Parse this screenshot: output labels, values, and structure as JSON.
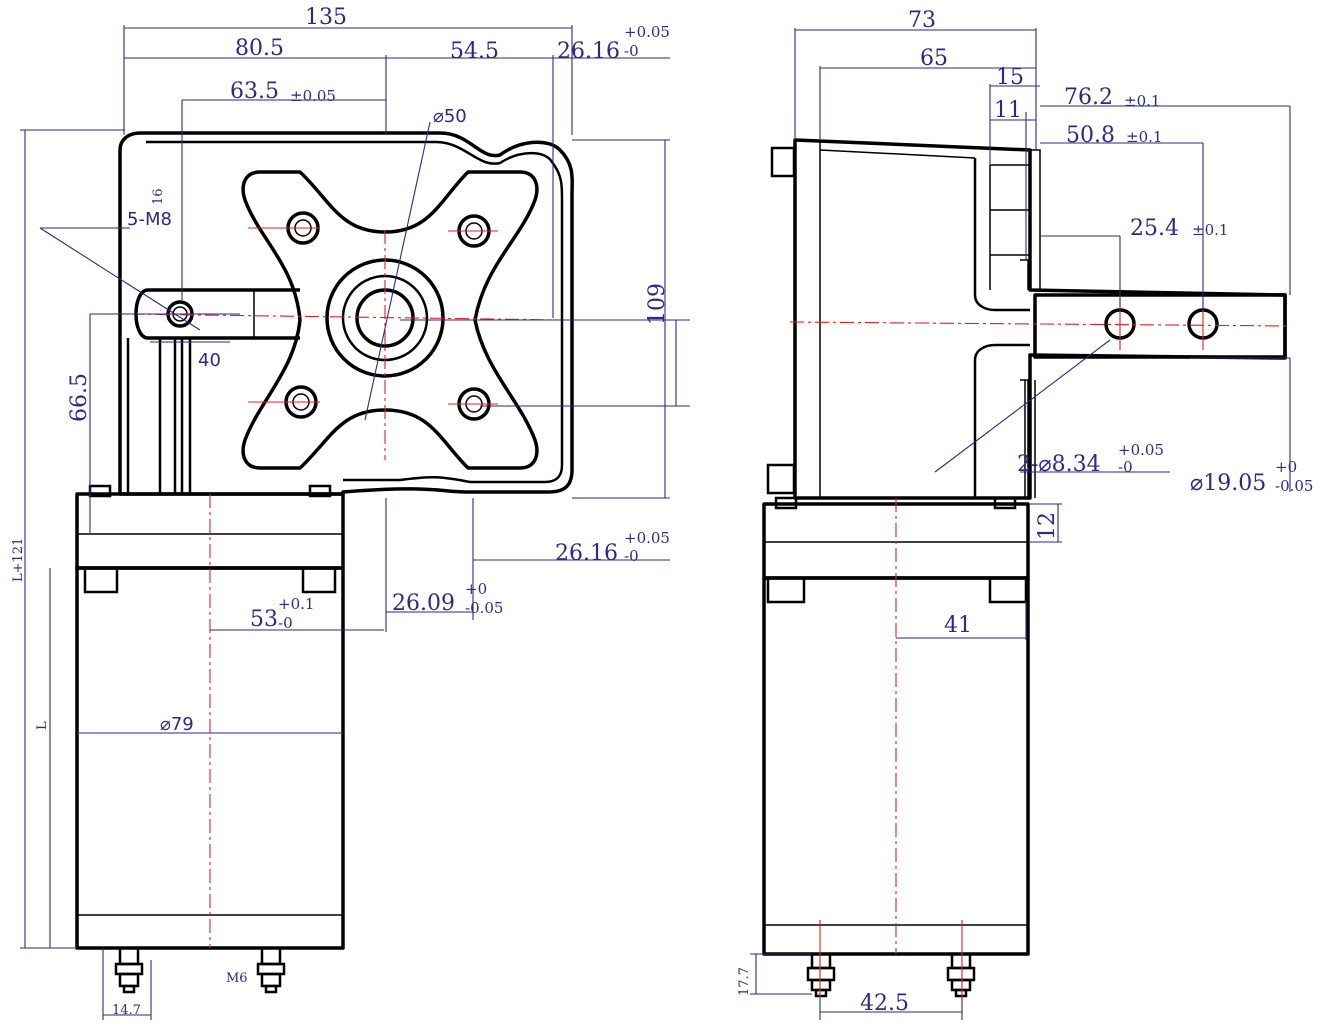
{
  "front_view": {
    "dims": {
      "overall_width": "135",
      "left_to_center": "80.5",
      "center_to_right": "54.5",
      "right_offset": "26.16",
      "right_offset_tol_upper": "+0.05",
      "right_offset_tol_lower": "-0",
      "hole_spacing": "63.5",
      "hole_spacing_tol": "±0.05",
      "bore": "⌀50",
      "thread_callout": "5-M8",
      "thread_depth": "16",
      "slot_width": "40",
      "height_66": "66.5",
      "height_109": "109",
      "total_length": "L+121",
      "motor_length": "L",
      "bottom_offset": "26.16",
      "bottom_offset_tol_upper": "+0.05",
      "bottom_offset_tol_lower": "-0",
      "offset_2609": "26.09",
      "offset_2609_tol_upper": "+0",
      "offset_2609_tol_lower": "-0.05",
      "motor_center": "53",
      "motor_center_tol_upper": "+0.1",
      "motor_center_tol_lower": "-0",
      "motor_diameter": "⌀79",
      "terminal_thread": "M6",
      "terminal_spacing": "14.7"
    }
  },
  "side_view": {
    "dims": {
      "overall_width": "73",
      "body_width": "65",
      "dim_15": "15",
      "dim_11": "11",
      "shaft_length": "76.2",
      "shaft_length_tol": "±0.1",
      "hole2": "50.8",
      "hole2_tol": "±0.1",
      "hole1": "25.4",
      "hole1_tol": "±0.1",
      "cross_hole": "2-⌀8.34",
      "cross_hole_tol_upper": "+0.05",
      "cross_hole_tol_lower": "-0",
      "shaft_diameter": "⌀19.05",
      "shaft_diameter_tol_upper": "+0",
      "shaft_diameter_tol_lower": "-0.05",
      "flange_thickness": "12",
      "flange_offset": "41",
      "terminal_height": "17.7",
      "terminal_spacing": "42.5"
    }
  }
}
